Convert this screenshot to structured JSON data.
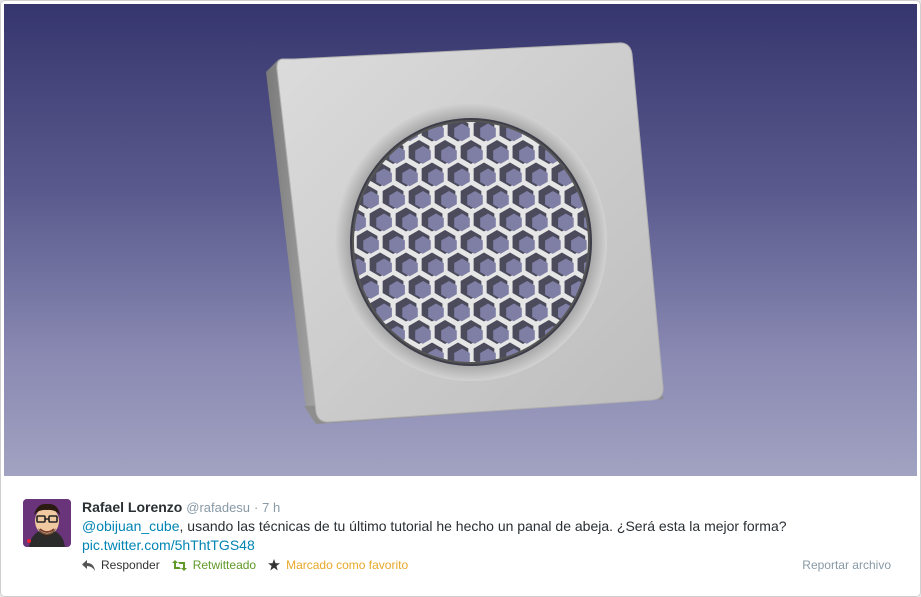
{
  "tweet": {
    "author_name": "Rafael Lorenzo",
    "author_handle": "@rafadesu",
    "separator": "·",
    "timestamp": "7 h",
    "mention": "@obijuan_cube",
    "text_body": ", usando las técnicas de tu último tutorial he hecho un panal de abeja. ¿Será esta la mejor forma?",
    "pic_link": "pic.twitter.com/5hThtTGS48"
  },
  "actions": {
    "reply_label": "Responder",
    "retweet_label": "Retwitteado",
    "favorite_label": "Marcado como favorito",
    "report_label": "Reportar archivo"
  },
  "icons": {
    "reply": "reply-icon",
    "retweet": "retweet-icon",
    "favorite": "star-icon"
  },
  "colors": {
    "link": "#0084b4",
    "retweeted": "#609928",
    "favorited": "#e8a829",
    "muted": "#8899a6"
  }
}
